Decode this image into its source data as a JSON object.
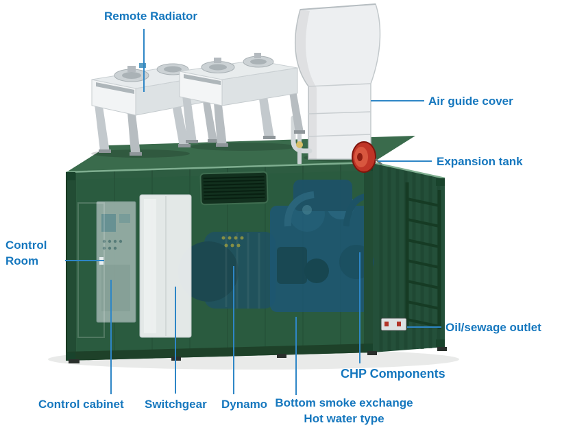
{
  "labels": {
    "remote_radiator": "Remote Radiator",
    "air_guide_cover": "Air guide cover",
    "expansion_tank": "Expansion tank",
    "control_room": "Control\nRoom",
    "oil_sewage_outlet": "Oil/sewage outlet",
    "chp_components": "CHP Components",
    "control_cabinet": "Control cabinet",
    "switchgear": "Switchgear",
    "dynamo": "Dynamo",
    "bottom_smoke_exchange": "Bottom smoke exchange\nHot water type"
  },
  "colors": {
    "label_text": "#1577be",
    "leader_line": "#2e86c6",
    "container_front_green": "#2d5c41",
    "container_end_green": "#24503a",
    "container_roof_green": "#3a6b4c",
    "expansion_tank_red": "#c03527",
    "radiator_white": "#f2f4f5",
    "engine_blue": "#1b568a",
    "background": "#ffffff"
  }
}
